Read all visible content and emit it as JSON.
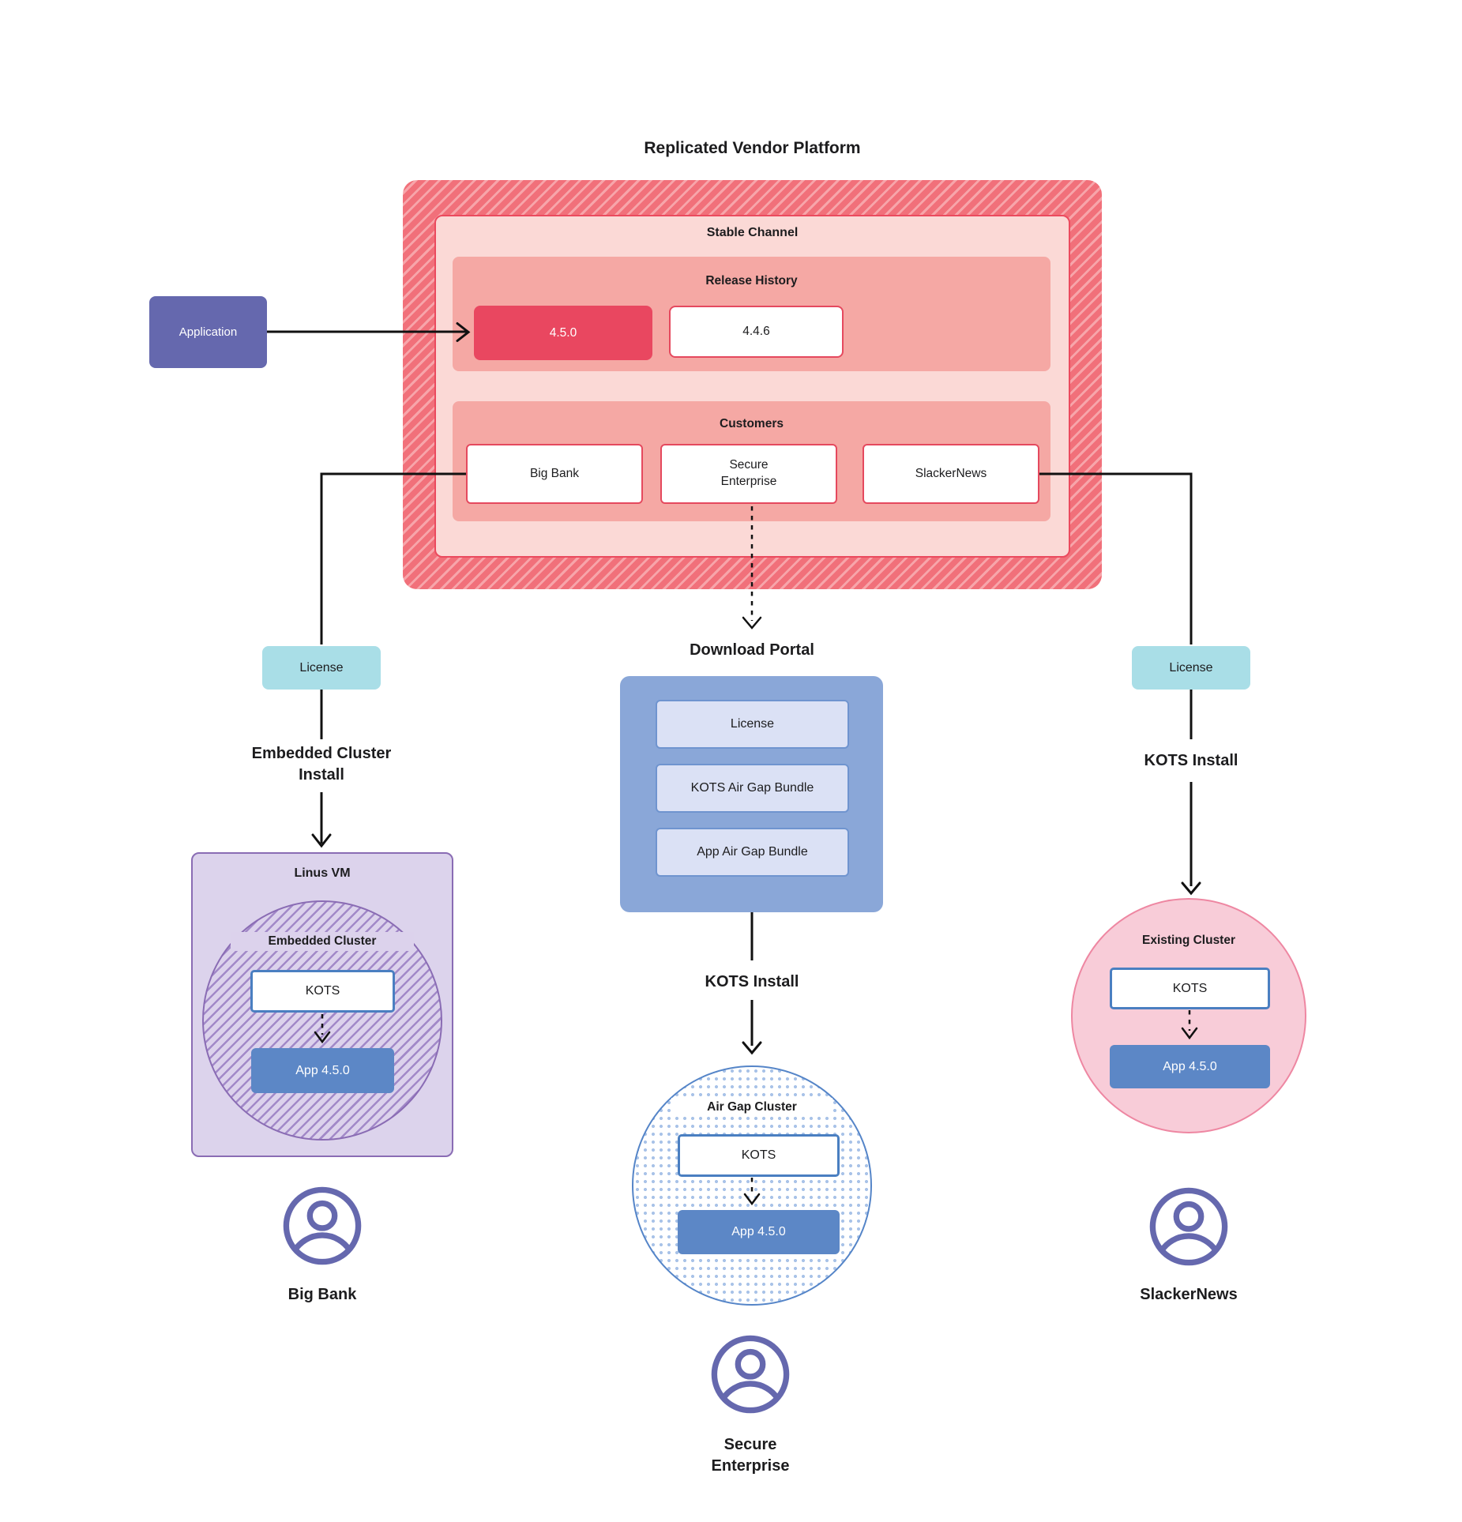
{
  "title": "Replicated Vendor Platform",
  "application": {
    "label": "Application"
  },
  "stable_channel": {
    "label": "Stable Channel",
    "release_history": {
      "label": "Release History",
      "current_release": "4.5.0",
      "previous_release": "4.4.6"
    },
    "customers": {
      "label": "Customers",
      "big_bank": "Big Bank",
      "secure_enterprise": "Secure Enterprise",
      "slackernews": "SlackerNews"
    }
  },
  "download_portal": {
    "title": "Download Portal",
    "items": [
      "License",
      "KOTS Air Gap Bundle",
      "App Air Gap Bundle"
    ]
  },
  "left_flow": {
    "license_label": "License",
    "install_label": "Embedded Cluster Install",
    "vm_label": "Linus VM",
    "cluster_label": "Embedded Cluster",
    "kots_label": "KOTS",
    "app_label": "App 4.5.0",
    "customer_label": "Big Bank"
  },
  "center_flow": {
    "install_label": "KOTS Install",
    "cluster_label": "Air Gap Cluster",
    "kots_label": "KOTS",
    "app_label": "App 4.5.0",
    "customer_label": "Secure Enterprise"
  },
  "right_flow": {
    "license_label": "License",
    "install_label": "KOTS Install",
    "cluster_label": "Existing Cluster",
    "kots_label": "KOTS",
    "app_label": "App 4.5.0",
    "customer_label": "SlackerNews"
  },
  "colors": {
    "platform_hatch_dark": "#f1707a",
    "platform_hatch_light": "#f7a5aa",
    "stable_channel_fill": "#fbd9d6",
    "stable_channel_border": "#eb4a5e",
    "subsection_fill": "#f5a8a4",
    "current_release_fill": "#e94760",
    "white_box_border": "#e5495e",
    "application_fill": "#6568ae",
    "license_fill": "#a9dee7",
    "portal_fill": "#8aa7d8",
    "portal_item_fill": "#dbe1f5",
    "portal_item_border": "#6f94cf",
    "app_box_fill": "#5c87c6",
    "kots_border": "#4a7fc1",
    "vm_fill": "#dcd3ec",
    "vm_border": "#8a6cb4",
    "embedded_hatch": "#a289c8",
    "airgap_dot": "#a9c3e8",
    "airgap_border": "#5585c8",
    "existing_fill": "#f8ccd8",
    "existing_border": "#ee87a2",
    "user_icon": "#6568ae",
    "connector": "#111111"
  }
}
